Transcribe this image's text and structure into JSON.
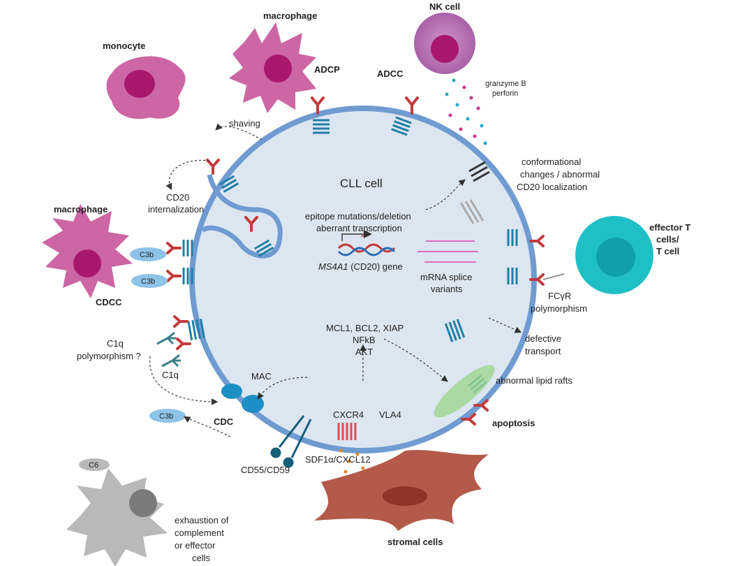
{
  "center": {
    "title": "CLL cell",
    "mutation_line1": "epitope mutations/deletion",
    "mutation_line2": "aberrant transcription",
    "gene_name": "MS4A1",
    "gene_suffix": " (CD20) gene",
    "splice_line1": "mRNA splice",
    "splice_line2": "variants",
    "survival_1": "MCL1, BCL2, XIAP",
    "survival_2": "NFkB",
    "survival_3": "AKT"
  },
  "labels": {
    "monocyte": "monocyte",
    "macrophage_top": "macrophage",
    "adcp": "ADCP",
    "nk_cell": "NK cell",
    "adcc": "ADCC",
    "granzyme": "granzyme B",
    "perforin": "perforin",
    "shaving": "shaving",
    "internalization_1": "CD20",
    "internalization_2": "internalization",
    "conformational_1": "conformational",
    "conformational_2": "changes / abnormal",
    "conformational_3": "CD20 localization",
    "macrophage_left": "macrophage",
    "c3b_1": "C3b",
    "c3b_2": "C3b",
    "cdcc": "CDCC",
    "effector_1": "effector T",
    "effector_2": "cells/",
    "effector_3": "T cell",
    "fcgr_1": "FCγR",
    "fcgr_2": "polymorphism",
    "c1q_poly_1": "C1q",
    "c1q_poly_2": "polymorphism ?",
    "c1q": "C1q",
    "defective_1": "defective",
    "defective_2": "transport",
    "lipid_rafts": "abnormal lipid rafts",
    "mac": "MAC",
    "cdc": "CDC",
    "c3b_3": "C3b",
    "cxcr4": "CXCR4",
    "vla4": "VLA4",
    "apoptosis": "apoptosis",
    "sdf": "SDF1α/CXCL12",
    "cd55": "CD55/CD59",
    "c6": "C6",
    "exhaustion_1": "exhaustion of",
    "exhaustion_2": "complement",
    "exhaustion_3": "or effector",
    "exhaustion_4": "cells",
    "stromal": "stromal cells"
  },
  "colors": {
    "cll_fill": "#dce6f0",
    "cll_stroke": "#6f9bd1",
    "monocyte": "#c7559a",
    "nucleus": "#a8186f",
    "nk_cell": "#b871b6",
    "t_cell": "#1fbfc6",
    "t_nucleus": "#0fa0aa",
    "receptor": "#1f7fa6",
    "antibody": "#c23b3b",
    "stromal": "#b35a4a",
    "exhausted": "#b9b9b9",
    "c3b": "#8ec3e8",
    "lipid_raft": "#9fd68f",
    "cxcr4": "#e04b52"
  }
}
